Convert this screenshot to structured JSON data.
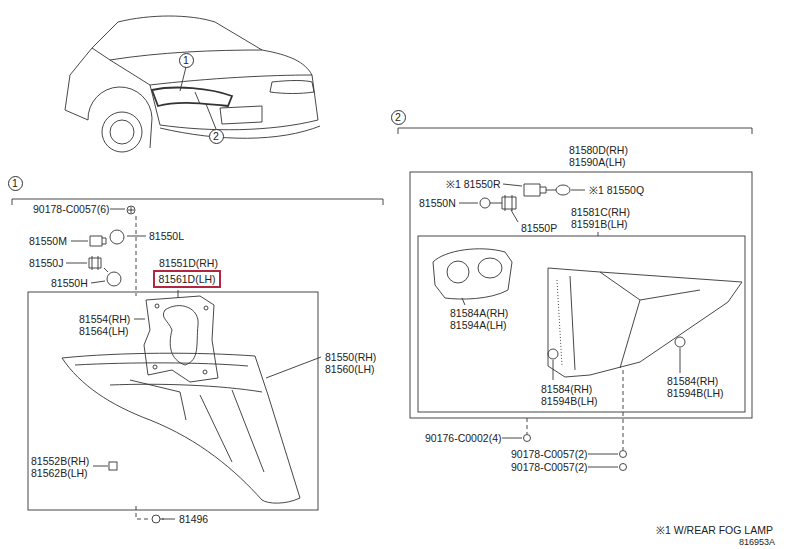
{
  "diagram": {
    "nodes": [
      {
        "text": [
          "1"
        ]
      },
      {
        "text": [
          "2"
        ]
      },
      {
        "text": [
          "1"
        ]
      },
      {
        "text": [
          "2"
        ]
      },
      {
        "text": [
          "81561D(LH)"
        ]
      }
    ],
    "labels": [
      "90178-C0057(6)",
      "81550M",
      "81550L",
      "81550J",
      "81550H",
      "81551D(RH)",
      "81554(RH) 81564(LH)",
      "81550(RH) 81560(LH)",
      "81552B(RH) 81562B(LH)",
      "81496",
      "81580D(RH) 81590A(LH)",
      "※1 81550R",
      "※1 81550Q",
      "81550N",
      "81550P",
      "81581C(RH) 81591B(LH)",
      "81584A(RH) 81594A(LH)",
      "81584(RH) 81594B(LH)",
      "81584(RH) 81594B(LH)",
      "90176-C0002(4)",
      "90178-C0057(2)",
      "90178-C0057(2)",
      "※1 W/REAR FOG LAMP",
      "816953A"
    ]
  }
}
